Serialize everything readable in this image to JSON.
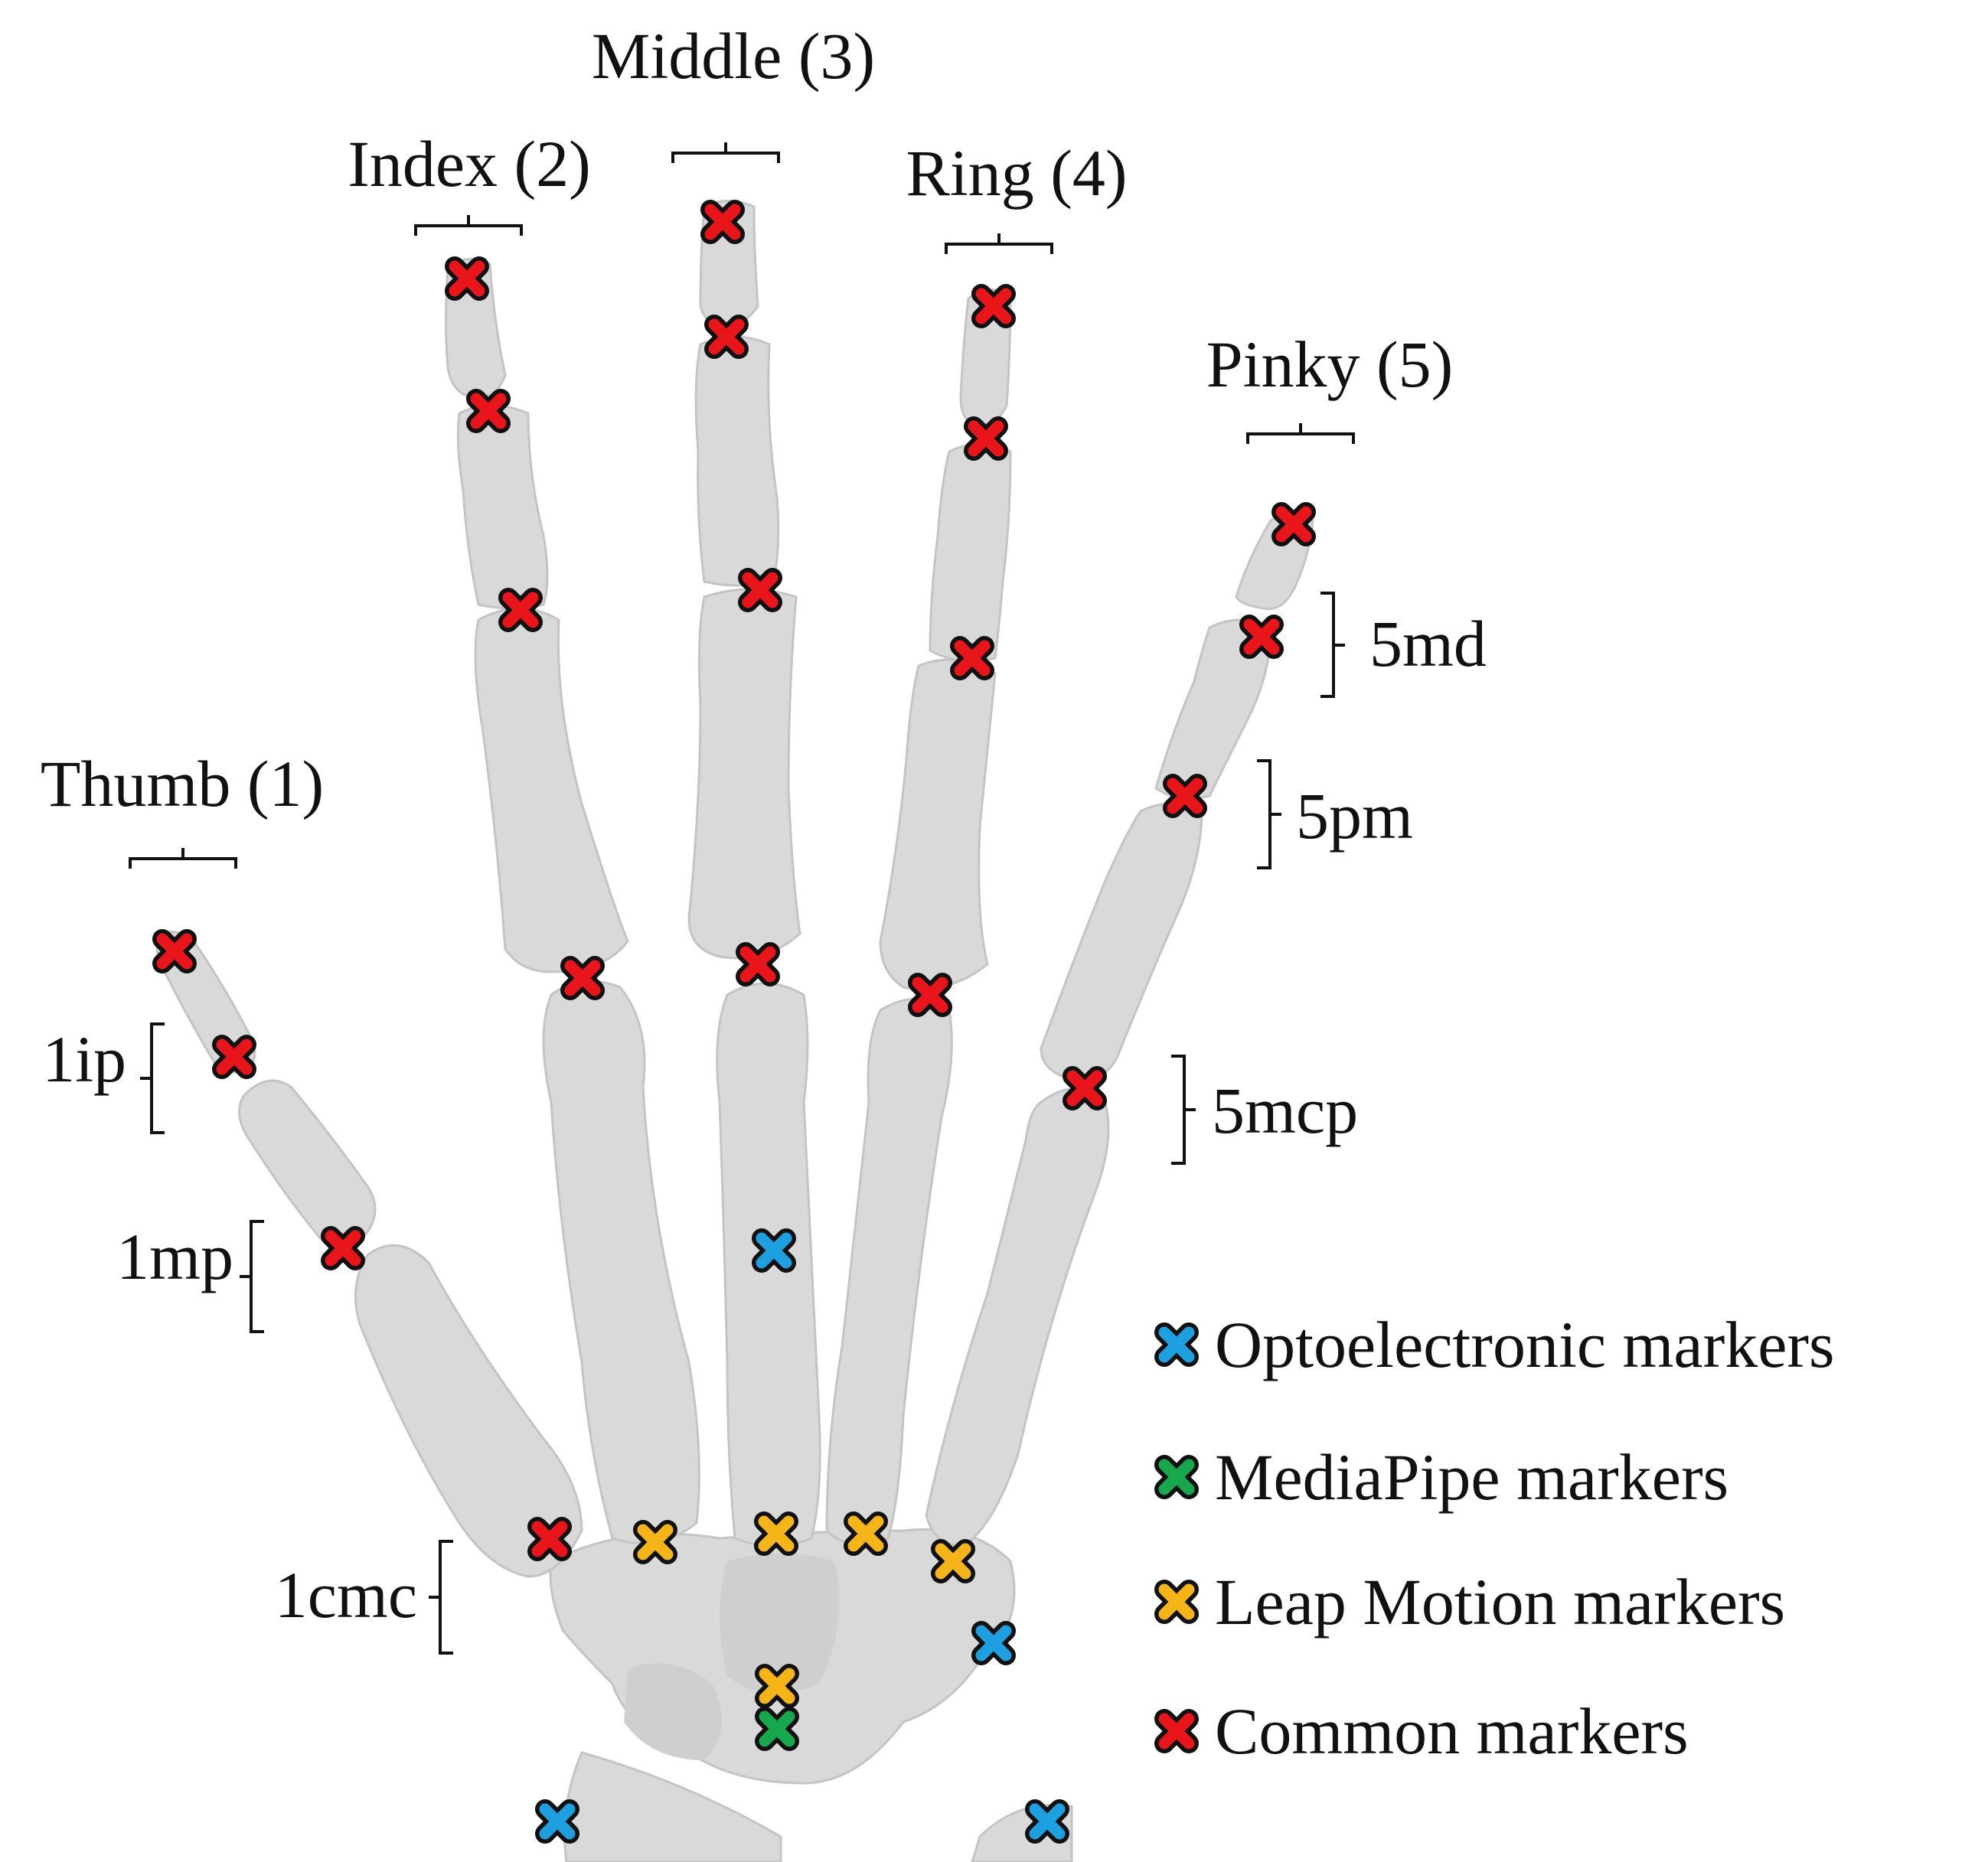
{
  "colors": {
    "optoelectronic": "#1e9fe0",
    "mediapipe": "#17a84e",
    "leap_motion": "#f5b417",
    "common": "#e8151b",
    "bone": "#d9d9d9",
    "ink": "#111111"
  },
  "fingers": {
    "thumb": "Thumb (1)",
    "index": "Index (2)",
    "middle": "Middle (3)",
    "ring": "Ring (4)",
    "pinky": "Pinky (5)"
  },
  "joints": {
    "ip1": "1ip",
    "mp1": "1mp",
    "cmc1": "1cmc",
    "md5": "5md",
    "pm5": "5pm",
    "mcp5": "5mcp"
  },
  "legend": {
    "optoelectronic": "Optoelectronic markers",
    "mediapipe": "MediaPipe markers",
    "leap_motion": "Leap Motion markers",
    "common": "Common markers"
  },
  "marker_icons": {
    "optoelectronic": "cross-icon",
    "mediapipe": "cross-icon",
    "leap_motion": "cross-icon",
    "common": "cross-icon"
  }
}
